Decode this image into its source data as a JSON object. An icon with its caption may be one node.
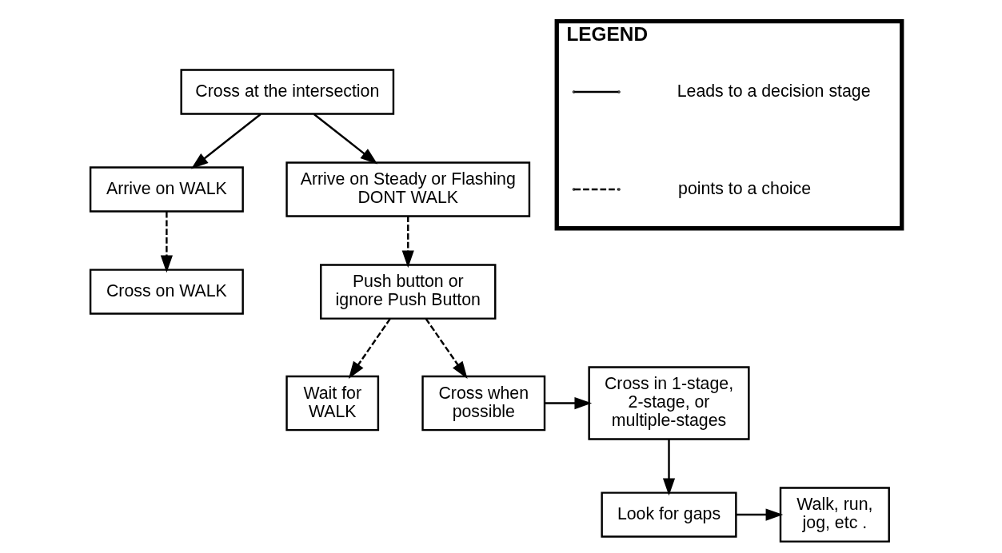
{
  "diagram": {
    "nodes": [
      {
        "text": [
          "Cross at the intersection"
        ]
      },
      {
        "text": [
          "Arrive on WALK"
        ]
      },
      {
        "text": [
          "Arrive on Steady or Flashing DONT WALK"
        ]
      },
      {
        "text": [
          "Cross on WALK"
        ]
      },
      {
        "text": [
          "Push button or ignore Push Button"
        ]
      },
      {
        "text": [
          "Wait for WALK"
        ]
      },
      {
        "text": [
          "Cross when possible"
        ]
      },
      {
        "text": [
          "Cross in 1-stage, 2-stage, or multiple-stages"
        ]
      },
      {
        "text": [
          "Look for gaps"
        ]
      },
      {
        "text": [
          "Walk, run, jog, etc ."
        ]
      },
      {
        "text": [
          "LEGEND"
        ]
      }
    ],
    "edges": [
      {
        "from": 0,
        "to": 1,
        "arrow": "to"
      },
      {
        "from": 0,
        "to": 2,
        "arrow": "to"
      },
      {
        "from": 1,
        "to": 3,
        "arrow": "to",
        "style": "dashed"
      },
      {
        "from": 2,
        "to": 4,
        "arrow": "to",
        "style": "dashed"
      },
      {
        "from": 4,
        "to": 5,
        "arrow": "to",
        "style": "dashed"
      },
      {
        "from": 4,
        "to": 6,
        "arrow": "to",
        "style": "dashed"
      },
      {
        "from": 6,
        "to": 7,
        "arrow": "to"
      },
      {
        "from": 7,
        "to": 8,
        "arrow": "to"
      },
      {
        "from": 8,
        "to": 9,
        "arrow": "to"
      }
    ],
    "legend": [
      {
        "text": "Leads to a decision stage"
      },
      {
        "text": "points to a choice"
      }
    ]
  }
}
